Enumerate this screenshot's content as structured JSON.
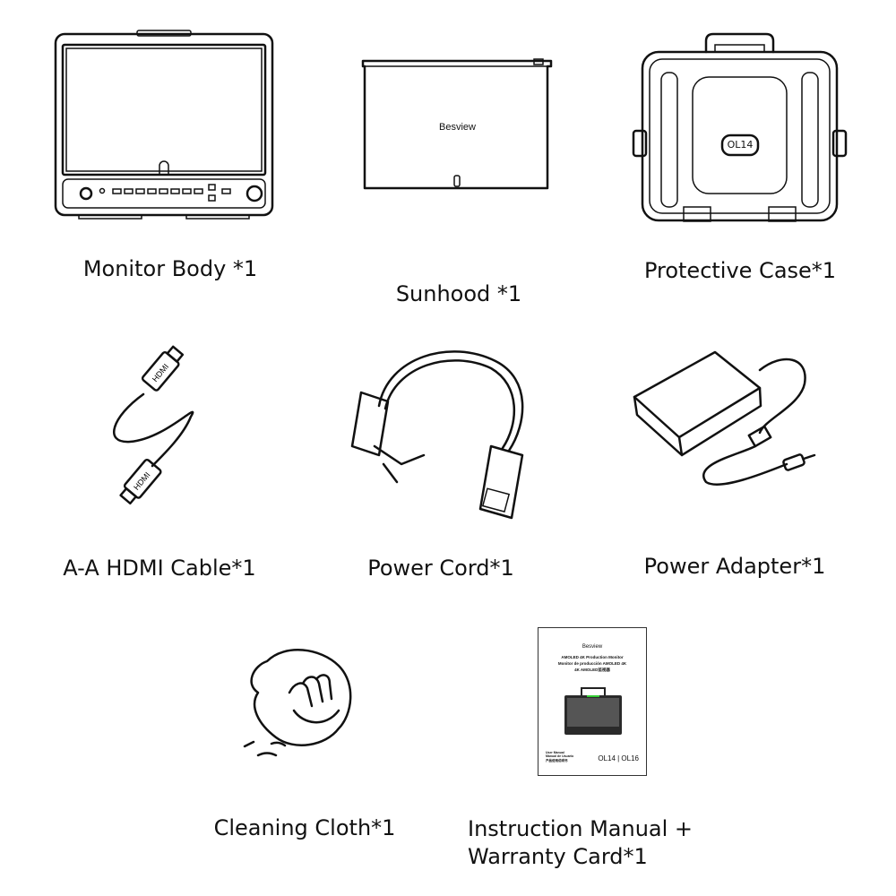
{
  "items": [
    {
      "label": "Monitor Body *1"
    },
    {
      "label": "Sunhood *1",
      "brand": "Besview"
    },
    {
      "label": "Protective Case*1",
      "badge": "OL14"
    },
    {
      "label": "A-A HDMI Cable*1",
      "connector_text": "HDMI"
    },
    {
      "label": "Power Cord*1"
    },
    {
      "label": "Power Adapter*1"
    },
    {
      "label": "Cleaning Cloth*1"
    },
    {
      "label_line1": "Instruction Manual +",
      "label_line2": "Warranty Card*1"
    }
  ],
  "manual": {
    "brand": "Besview",
    "title_en": "AMOLED 4K Production Monitor",
    "title_es": "Monitor de producción AMOLED 4K",
    "title_zh": "4K AMOLED监视器",
    "doc_en": "User Manual",
    "doc_es": "Manual de Usuario",
    "doc_zh": "产品使用说明书",
    "models": "OL14 | OL16"
  }
}
